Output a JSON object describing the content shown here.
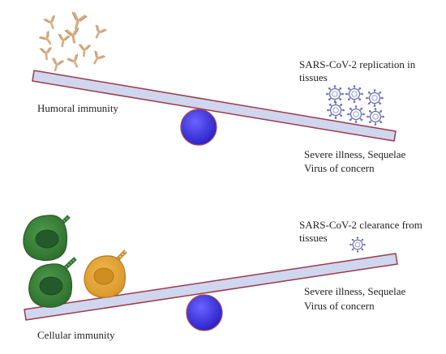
{
  "top_panel": {
    "replication_label": "SARS-CoV-2 replication in tissues",
    "immunity_label": "Humoral immunity",
    "outcome_line1": "Severe illness, Sequelae",
    "outcome_line2": "Virus of concern"
  },
  "bottom_panel": {
    "clearance_label": "SARS-CoV-2 clearance from tissues",
    "immunity_label": "Cellular immunity",
    "outcome_line1": "Severe illness, Sequelae",
    "outcome_line2": "Virus of concern"
  },
  "colors": {
    "beam_fill": "#cfd6ee",
    "beam_stroke": "#9c3a4a",
    "fulcrum": "#3f35e6",
    "antibody": "#d7ad84",
    "virus": "#6a6fb8",
    "cell_green": "#3c8a3c",
    "cell_orange": "#e6a93c"
  }
}
